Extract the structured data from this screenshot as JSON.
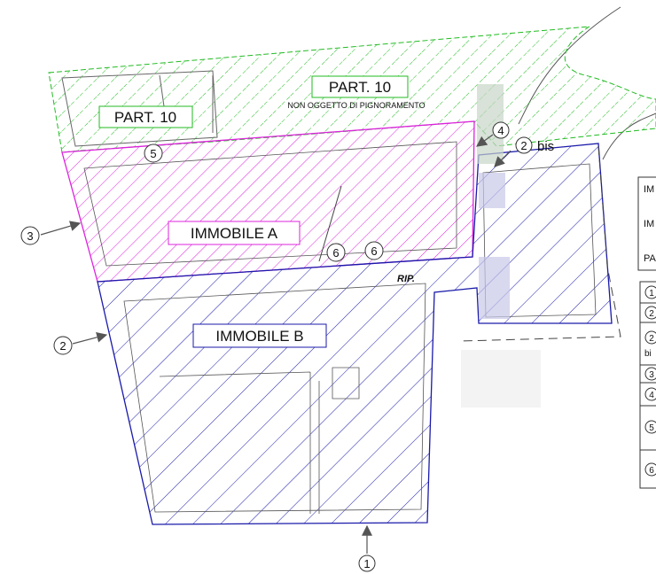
{
  "labels": {
    "part10_main": "PART. 10",
    "part10_sub": "NON OGGETTO DI PIGNORAMENTO",
    "part10_left": "PART. 10",
    "immobile_a": "IMMOBILE  A",
    "immobile_b": "IMMOBILE  B",
    "rip": "RIP."
  },
  "markers": {
    "m1": "1",
    "m2": "2",
    "m2bis_num": "2",
    "m2bis_suffix": "bis",
    "m3": "3",
    "m4": "4",
    "m5": "5",
    "m6a": "6",
    "m6b": "6"
  },
  "legend": {
    "top_rows": [
      "IM",
      "IM",
      "PA"
    ],
    "items": [
      {
        "num": "1",
        "suffix": ""
      },
      {
        "num": "2",
        "suffix": ""
      },
      {
        "num": "2",
        "suffix": "bi"
      },
      {
        "num": "3",
        "suffix": ""
      },
      {
        "num": "4",
        "suffix": ""
      },
      {
        "num": "5",
        "suffix": ""
      },
      {
        "num": "6",
        "suffix": ""
      }
    ]
  },
  "colors": {
    "green": "#22bb22",
    "magenta": "#dd22dd",
    "blue": "#1a1aaa",
    "arrow": "#555555"
  }
}
